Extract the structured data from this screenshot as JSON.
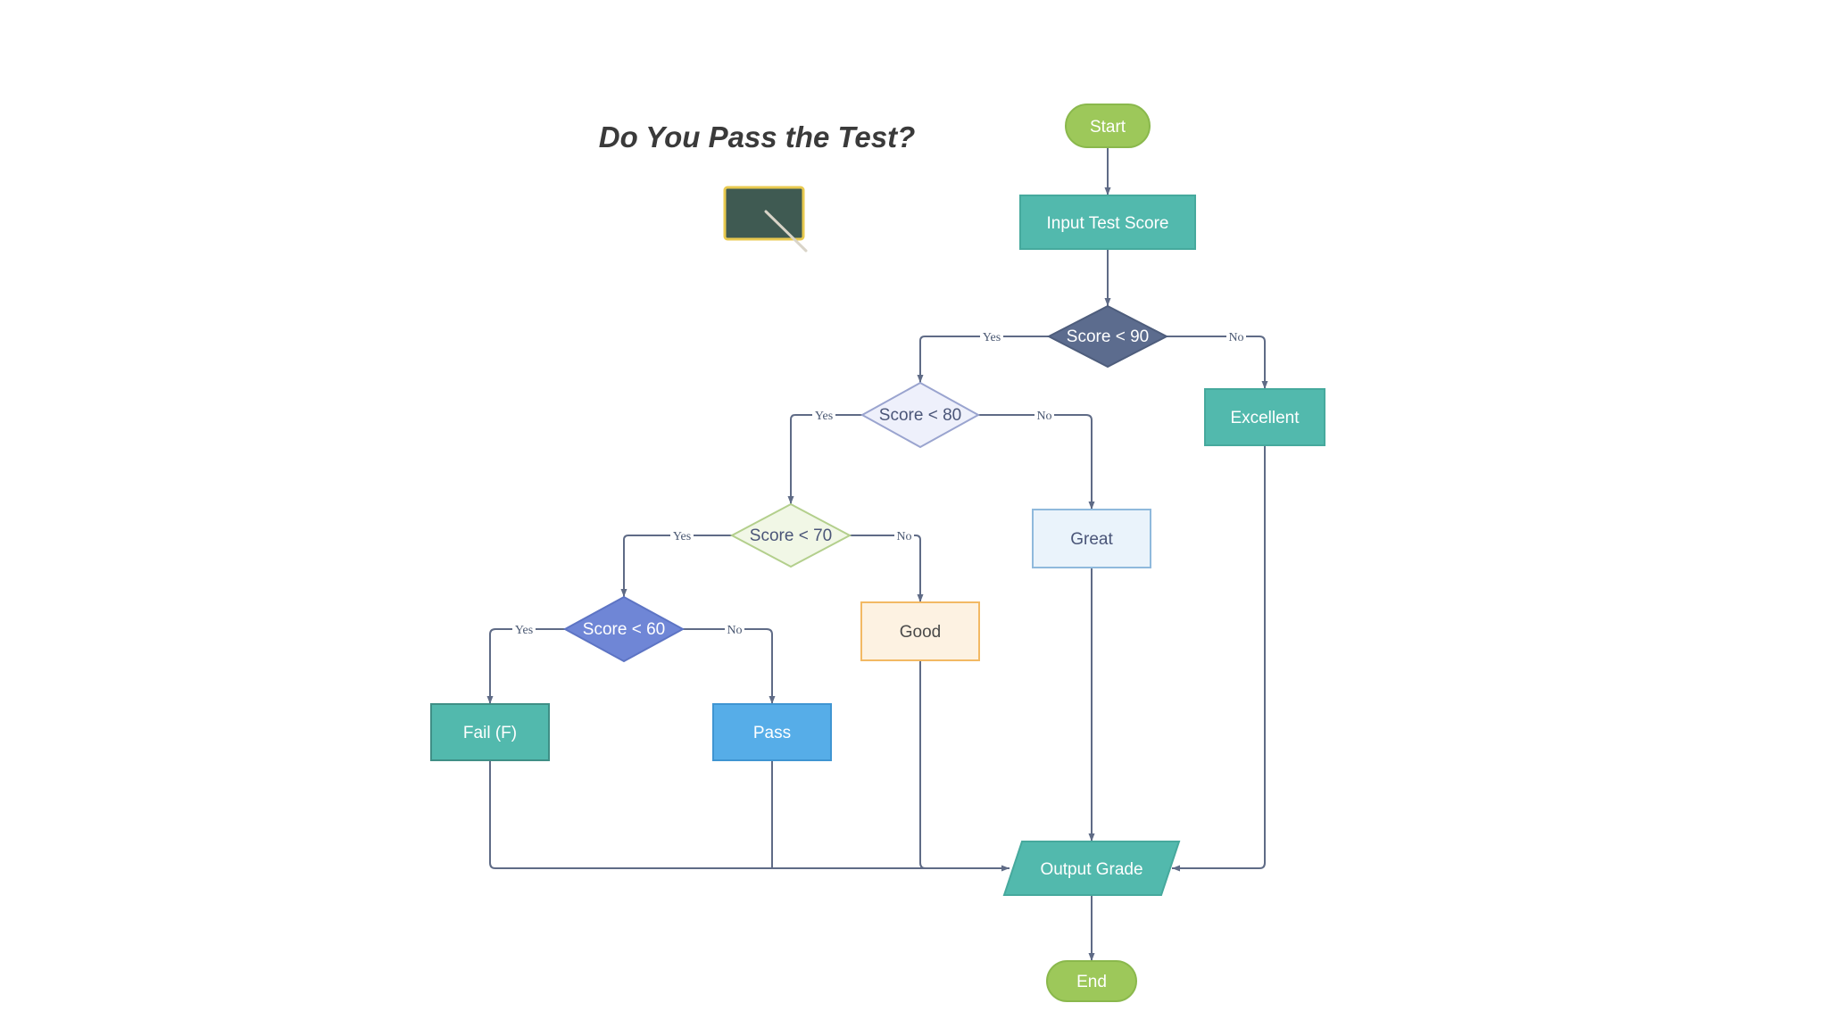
{
  "title": "Do You Pass the Test?",
  "icon": "chalkboard-icon",
  "colors": {
    "terminal": "#9dc85a",
    "teal": "#52b9ad",
    "dark_diamond": "#5c6c8e",
    "connector": "#5f6b86",
    "pass_blue": "#56ade8"
  },
  "nodes": {
    "start": "Start",
    "input": "Input Test Score",
    "d90": "Score < 90",
    "d80": "Score < 80",
    "d70": "Score < 70",
    "d60": "Score < 60",
    "excellent": "Excellent",
    "great": "Great",
    "good": "Good",
    "pass": "Pass",
    "fail": "Fail (F)",
    "output": "Output Grade",
    "end": "End"
  },
  "edges": {
    "yes": "Yes",
    "no": "No"
  }
}
